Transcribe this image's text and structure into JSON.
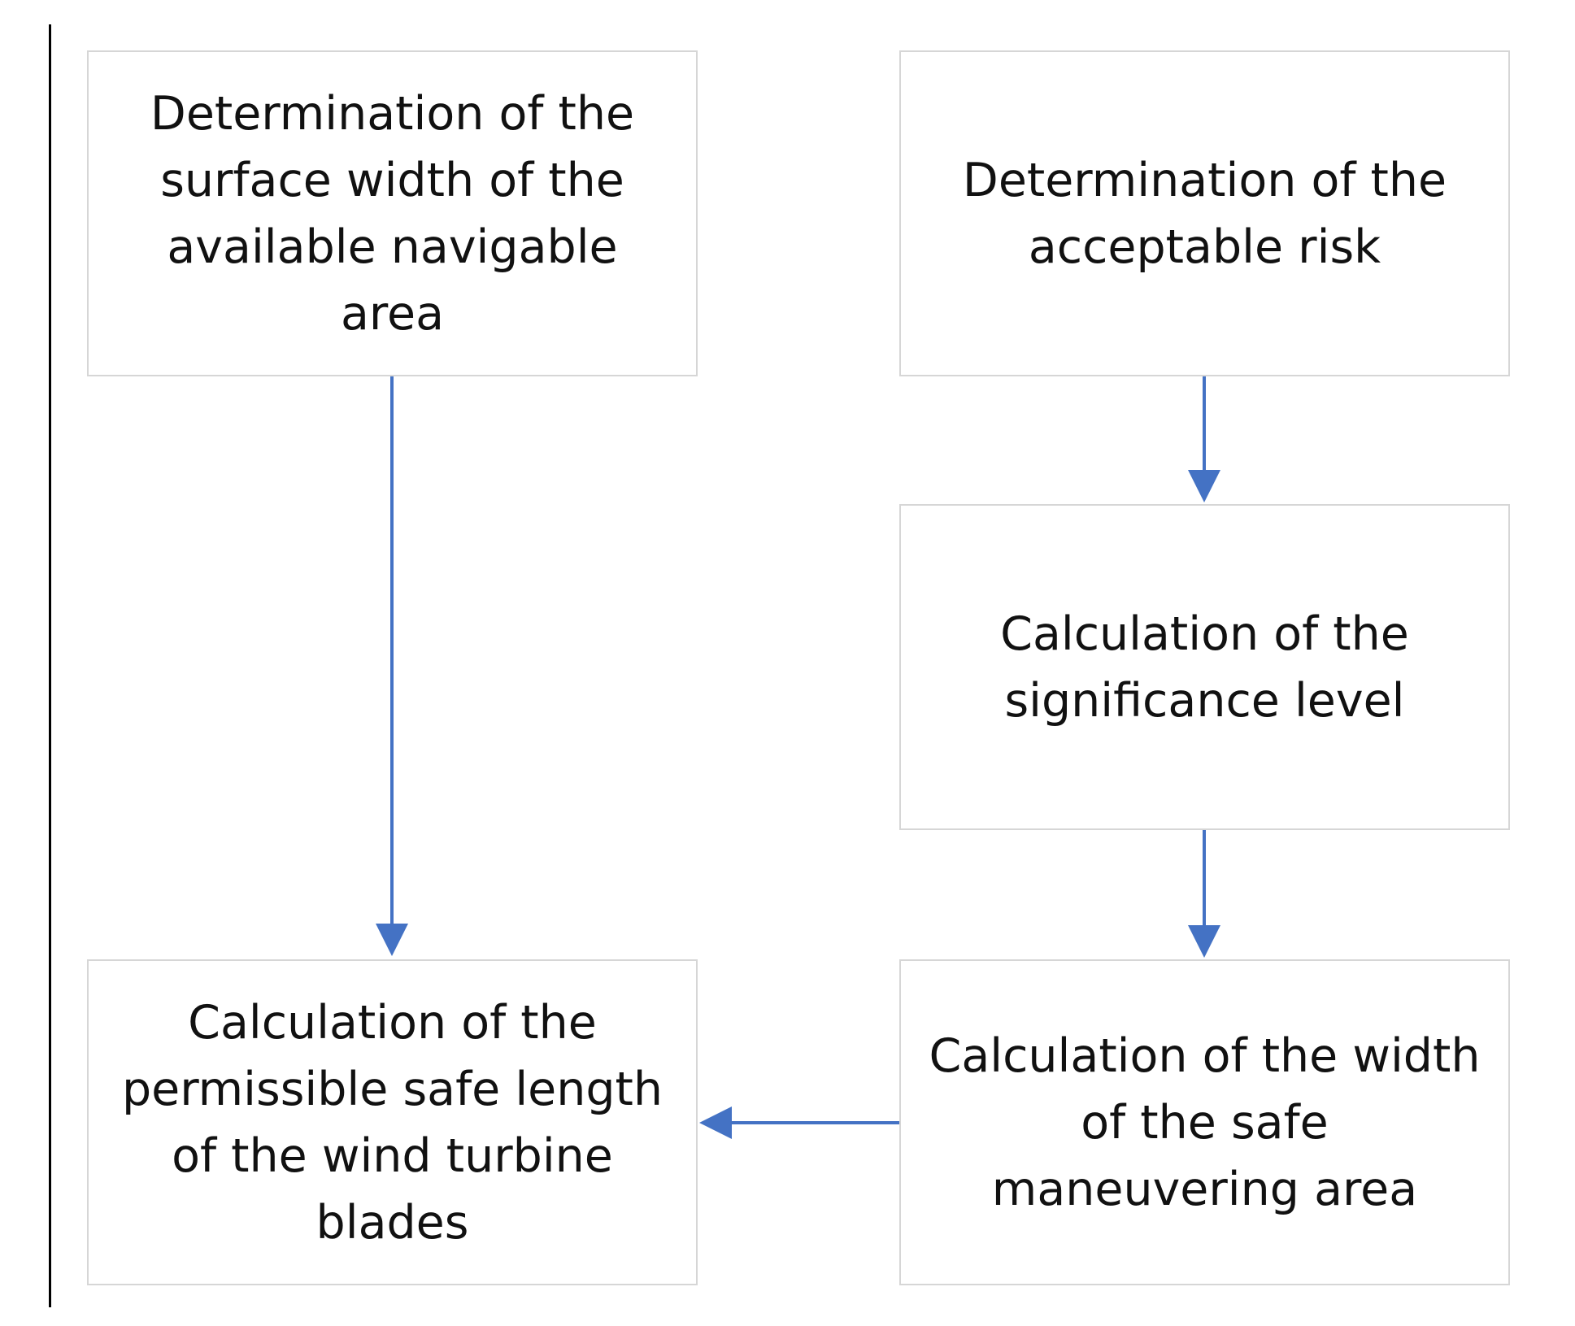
{
  "diagram": {
    "boxes": [
      {
        "id": "surface-width",
        "text": "Determination of the surface width of the available navigable area"
      },
      {
        "id": "acceptable-risk",
        "text": "Determination of the acceptable risk"
      },
      {
        "id": "significance-level",
        "text": "Calculation of the significance level"
      },
      {
        "id": "safe-maneuvering-width",
        "text": "Calculation of the width of the safe maneuvering area"
      },
      {
        "id": "safe-blade-length",
        "text": "Calculation of the permissible safe length of the wind turbine blades"
      }
    ],
    "arrows": [
      {
        "from": "surface-width",
        "to": "safe-blade-length"
      },
      {
        "from": "acceptable-risk",
        "to": "significance-level"
      },
      {
        "from": "significance-level",
        "to": "safe-maneuvering-width"
      },
      {
        "from": "safe-maneuvering-width",
        "to": "safe-blade-length"
      }
    ],
    "arrow_color": "#4472c4",
    "border_color": "#d6d6d6"
  }
}
